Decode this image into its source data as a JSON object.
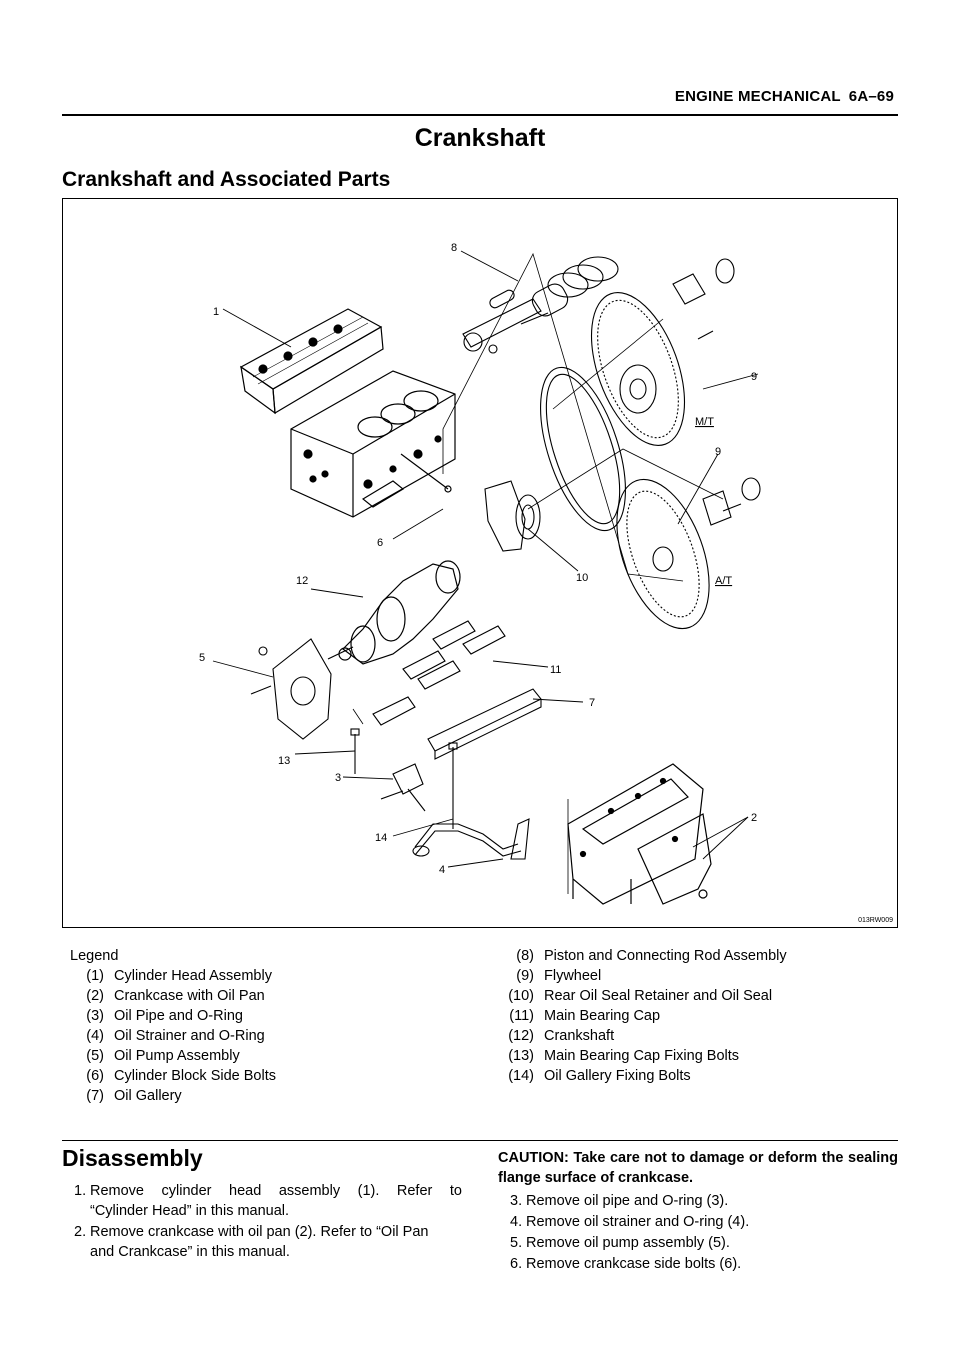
{
  "header": {
    "section": "ENGINE MECHANICAL",
    "page": "6A–69"
  },
  "title": "Crankshaft",
  "subtitle": "Crankshaft and Associated Parts",
  "figure": {
    "code": "013RW009",
    "callouts": [
      "1",
      "2",
      "3",
      "4",
      "5",
      "6",
      "7",
      "8",
      "9",
      "9",
      "10",
      "11",
      "12",
      "13",
      "14"
    ],
    "mt_label": "M/T",
    "at_label": "A/T"
  },
  "legend": {
    "title": "Legend",
    "left": [
      {
        "num": "(1)",
        "text": "Cylinder Head Assembly"
      },
      {
        "num": "(2)",
        "text": "Crankcase with Oil Pan"
      },
      {
        "num": "(3)",
        "text": "Oil Pipe and O-Ring"
      },
      {
        "num": "(4)",
        "text": "Oil Strainer and O-Ring"
      },
      {
        "num": "(5)",
        "text": "Oil Pump Assembly"
      },
      {
        "num": "(6)",
        "text": "Cylinder Block Side  Bolts"
      },
      {
        "num": "(7)",
        "text": "Oil Gallery"
      }
    ],
    "right": [
      {
        "num": "(8)",
        "text": "Piston and Connecting Rod Assembly"
      },
      {
        "num": "(9)",
        "text": "Flywheel"
      },
      {
        "num": "(10)",
        "text": "Rear Oil Seal Retainer and Oil Seal"
      },
      {
        "num": "(11)",
        "text": "Main Bearing Cap"
      },
      {
        "num": "(12)",
        "text": "Crankshaft"
      },
      {
        "num": "(13)",
        "text": "Main Bearing Cap Fixing Bolts"
      },
      {
        "num": "(14)",
        "text": "Oil Gallery Fixing Bolts"
      }
    ]
  },
  "disassembly": {
    "heading": "Disassembly",
    "steps_left": [
      {
        "num": "1.",
        "line1": "Remove cylinder head assembly (1). Refer to",
        "line2": "“Cylinder Head” in this manual."
      },
      {
        "num": "2.",
        "line1": "Remove crankcase with oil pan (2). Refer to “Oil Pan",
        "line2": "and Crankcase” in this manual."
      }
    ],
    "caution": "CAUTION: Take care not to damage or deform the sealing flange surface of crankcase.",
    "steps_right": [
      {
        "num": "3.",
        "text": "Remove oil pipe and O-ring (3)."
      },
      {
        "num": "4.",
        "text": "Remove oil strainer and O-ring (4)."
      },
      {
        "num": "5.",
        "text": "Remove oil pump assembly (5)."
      },
      {
        "num": "6.",
        "text": "Remove crankcase side bolts (6)."
      }
    ]
  }
}
